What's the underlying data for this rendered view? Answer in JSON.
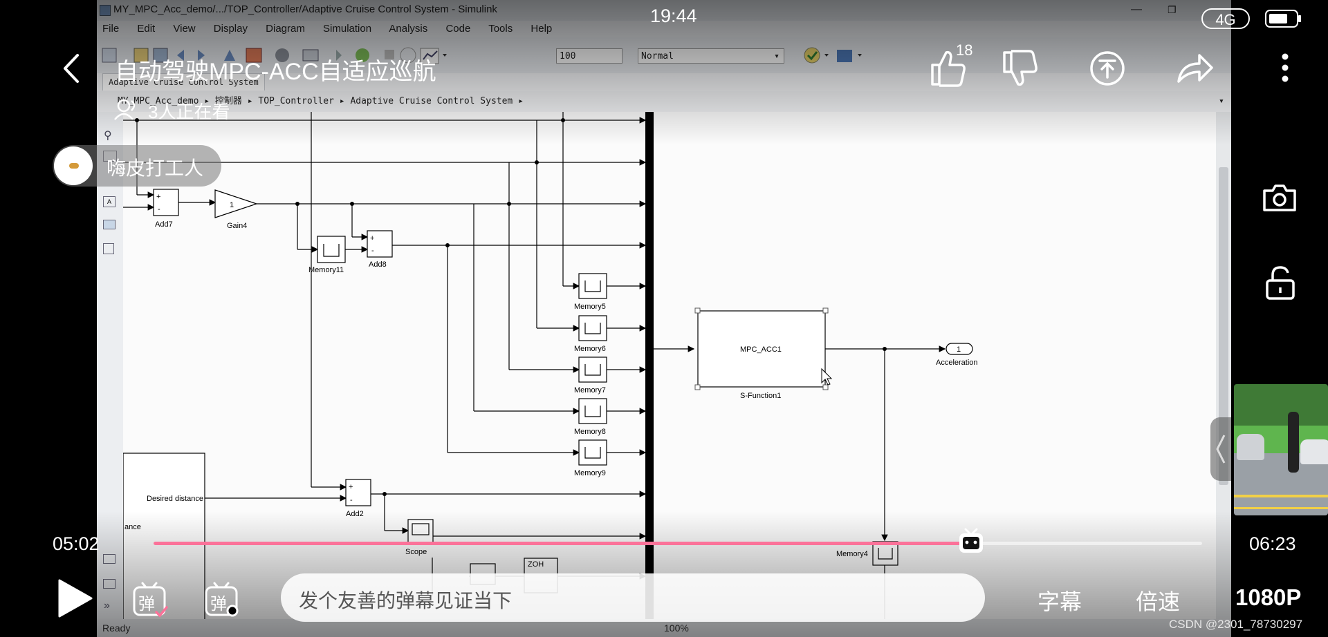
{
  "status_bar": {
    "time": "19:44",
    "network": "4G"
  },
  "video": {
    "title": "自动驾驶MPC-ACC自适应巡航",
    "viewers": "3人正在看",
    "uploader": "嗨皮打工人",
    "likes": "18"
  },
  "player": {
    "current_time": "05:02",
    "duration": "06:23",
    "progress": 0.78,
    "danmaku_placeholder": "发个友善的弹幕见证当下",
    "subtitle_button": "字幕",
    "speed_button": "倍速",
    "quality": "1080P",
    "danmaku_on_label": "弹",
    "danmaku_settings_label": "弹"
  },
  "watermark": "CSDN @2301_78730297",
  "simulink": {
    "window_title": "MY_MPC_Acc_demo/.../TOP_Controller/Adaptive Cruise Control System - Simulink",
    "menu": [
      "File",
      "Edit",
      "View",
      "Display",
      "Diagram",
      "Simulation",
      "Analysis",
      "Code",
      "Tools",
      "Help"
    ],
    "stop_time": "100",
    "sim_mode": "Normal",
    "tab": "Adaptive Cruise Control System",
    "breadcrumb": [
      "MY_MPC_Acc_demo",
      "控制器",
      "TOP_Controller",
      "Adaptive Cruise Control System"
    ],
    "status_left": "Ready",
    "status_zoom": "100%",
    "blocks": {
      "add7": "Add7",
      "gain4": "Gain4",
      "gain4_value": "1",
      "memory11": "Memory11",
      "add8": "Add8",
      "memory5": "Memory5",
      "memory6": "Memory6",
      "memory7": "Memory7",
      "memory8": "Memory8",
      "memory9": "Memory9",
      "sfunc_name": "MPC_ACC1",
      "sfunc_label": "S-Function1",
      "outport_num": "1",
      "outport_label": "Acceleration",
      "add2": "Add2",
      "scope": "Scope",
      "memory4": "Memory4",
      "desired_distance": "Desired distance",
      "distance_partial": "ance",
      "zoh": "ZOH",
      "plus": "+",
      "minus": "-"
    }
  }
}
